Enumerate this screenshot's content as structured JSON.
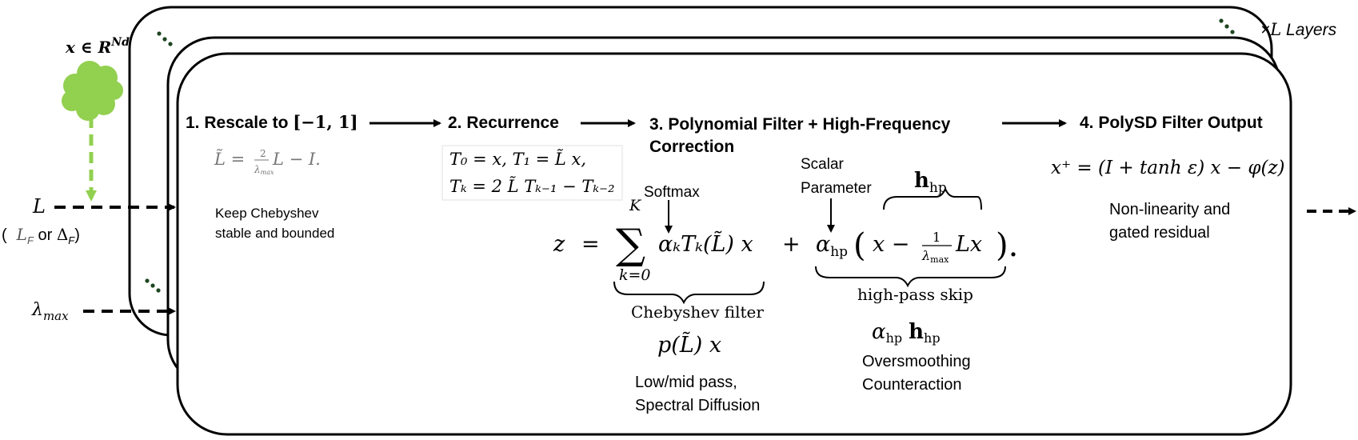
{
  "inputs": {
    "x_space": "x ∈ R",
    "x_space_sup": "Nd",
    "L_symbol": "L",
    "L_variants_open": "(",
    "L_variants_a": "L",
    "L_variants_a_sub": "F",
    "L_variants_or": " or ",
    "L_variants_b": "Δ",
    "L_variants_b_sub": "F",
    "L_variants_close": ")",
    "lambda_symbol": "λ",
    "lambda_sub": "max"
  },
  "layers": {
    "times": "×",
    "L": "L",
    "label": " Layers"
  },
  "step1": {
    "title_prefix": "1.  Rescale to ",
    "title_math": "[−1, 1]",
    "formula_lhs": "L̃ = ",
    "formula_num": "2",
    "formula_den": "λ",
    "formula_den_sub": "max",
    "formula_rhs": "L − I.",
    "desc_line1": "Keep Chebyshev",
    "desc_line2": "stable and bounded"
  },
  "step2": {
    "title": "2.  Recurrence",
    "line1": "T₀ = x,    T₁ = L̃ x,",
    "line2": "Tₖ = 2 L̃ Tₖ₋₁ − Tₖ₋₂"
  },
  "step3": {
    "title_line1": "3.  Polynomial Filter + High-Frequency",
    "title_line2": "Correction",
    "softmax": "Softmax",
    "scalar_line1": "Scalar",
    "scalar_line2": "Parameter",
    "h_hp": "h",
    "h_hp_sub": "hp",
    "z": "z",
    "equals": "=",
    "sum_upper": "K",
    "sum_symbol": "∑",
    "sum_lower": "k=0",
    "term1": "αₖTₖ(L̃) x",
    "plus": "+",
    "alpha": "α",
    "alpha_sub": "hp",
    "paren_open": "(",
    "x_minus": "x −",
    "frac_num": "1",
    "frac_den": "λ",
    "frac_den_sub": "max",
    "Lx": "Lx",
    "paren_close": ").",
    "cheb_label": "Chebyshev filter",
    "p_expr": "p(L̃) x",
    "lowmid_line1": "Low/mid pass,",
    "lowmid_line2": "Spectral Diffusion",
    "hp_label": "high-pass skip",
    "alpha_h_alpha": "α",
    "alpha_h_alpha_sub": "hp",
    "alpha_h_h": "h",
    "alpha_h_h_sub": "hp",
    "over_line1": "Oversmoothing",
    "over_line2": "Counteraction"
  },
  "step4": {
    "title": "4.  PolySD Filter Output",
    "formula": "x⁺ = (I + tanh ε) x − φ(z)",
    "desc_line1": "Non-linearity and",
    "desc_line2": "gated residual"
  },
  "colors": {
    "stroke": "#000000",
    "cloud": "#92d050",
    "cloud_arrow": "#92d050",
    "dots": "#1e4620"
  }
}
